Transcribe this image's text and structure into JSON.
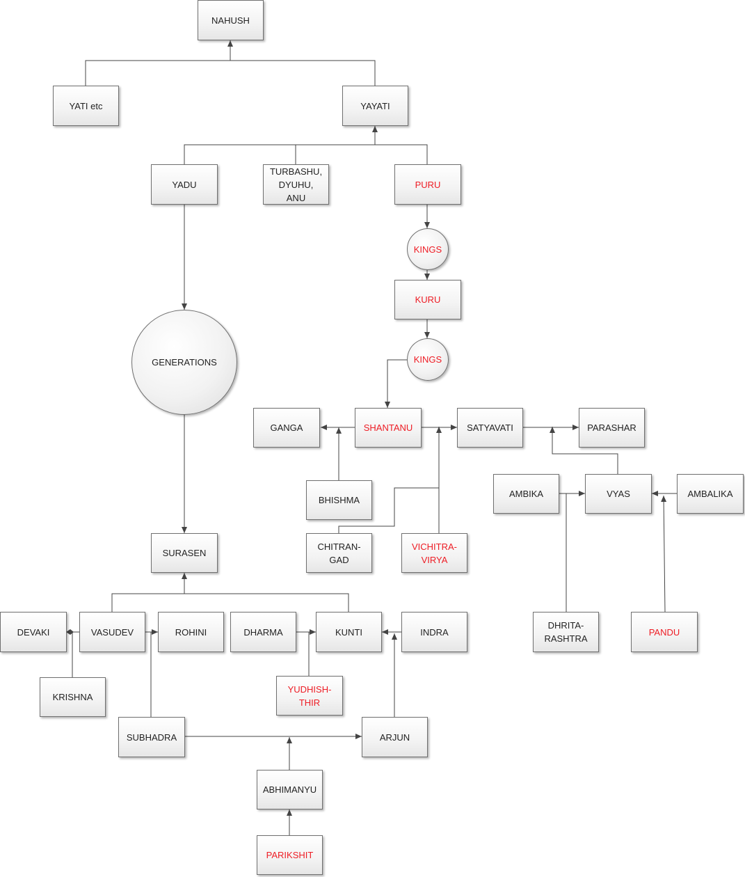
{
  "diagram": {
    "colors": {
      "line": "#444444",
      "border": "#6f6f6f",
      "text": "#222222",
      "highlight_text": "#ee1c24"
    },
    "nodes": {
      "nahush": "NAHUSH",
      "yati": "YATI etc",
      "yayati": "YAYATI",
      "yadu": "YADU",
      "turbashu": "TURBASHU,\nDYUHU,\nANU",
      "puru": "PURU",
      "kings1": "KINGS",
      "kuru": "KURU",
      "kings2": "KINGS",
      "generations": "GENERATIONS",
      "ganga": "GANGA",
      "shantanu": "SHANTANU",
      "satyavati": "SATYAVATI",
      "parashar": "PARASHAR",
      "bhishma": "BHISHMA",
      "chitrangad": "CHITRAN-\nGAD",
      "vichitravirya": "VICHITRA-\nVIRYA",
      "ambika": "AMBIKA",
      "vyas": "VYAS",
      "ambalika": "AMBALIKA",
      "dhritarashtra": "DHRITA-\nRASHTRA",
      "pandu": "PANDU",
      "surasen": "SURASEN",
      "devaki": "DEVAKI",
      "vasudev": "VASUDEV",
      "rohini": "ROHINI",
      "dharma": "DHARMA",
      "kunti": "KUNTI",
      "indra": "INDRA",
      "krishna": "KRISHNA",
      "yudhishthir": "YUDHISH-\nTHIR",
      "subhadra": "SUBHADRA",
      "arjun": "ARJUN",
      "abhimanyu": "ABHIMANYU",
      "parikshit": "PARIKSHIT"
    }
  }
}
